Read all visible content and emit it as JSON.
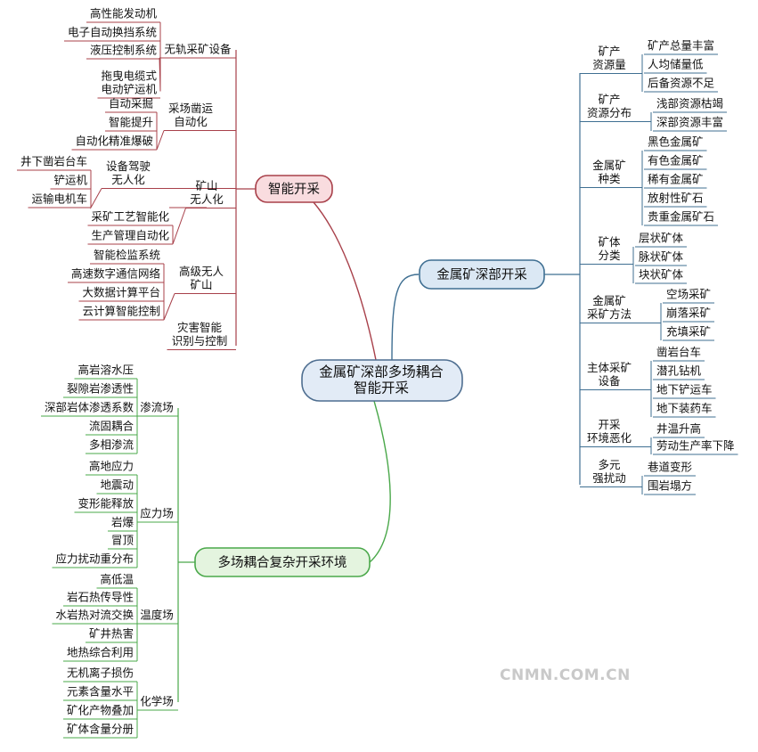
{
  "center": {
    "line1": "金属矿深部多场耦合",
    "line2": "智能开采"
  },
  "branches": {
    "smart": {
      "title": "智能开采",
      "cats": [
        {
          "label": [
            "无轨采矿设备"
          ],
          "items": [
            [
              "高性能发动机"
            ],
            [
              "电子自动换挡系统"
            ],
            [
              "液压控制系统"
            ],
            [
              "拖曳电缆式",
              "电动铲运机"
            ]
          ]
        },
        {
          "label": [
            "采场凿运",
            "自动化"
          ],
          "items": [
            [
              "自动采掘"
            ],
            [
              "智能提升"
            ],
            [
              "自动化精准爆破"
            ]
          ]
        },
        {
          "label": [
            "矿山",
            "无人化"
          ],
          "items": [
            [
              "采矿工艺智能化"
            ],
            [
              "生产管理自动化"
            ]
          ]
        },
        {
          "label": [
            "设备驾驶",
            "无人化"
          ],
          "items": [
            [
              "井下凿岩台车"
            ],
            [
              "铲运机"
            ],
            [
              "运输电机车"
            ]
          ]
        },
        {
          "label": [
            "高级无人",
            "矿山"
          ],
          "items": [
            [
              "智能检监系统"
            ],
            [
              "高速数字通信网络"
            ],
            [
              "大数据计算平台"
            ],
            [
              "云计算智能控制"
            ]
          ]
        },
        {
          "label": [
            "灾害智能",
            "识别与控制"
          ],
          "items": []
        }
      ]
    },
    "deep": {
      "title": "金属矿深部开采",
      "cats": [
        {
          "label": [
            "矿产",
            "资源量"
          ],
          "items": [
            [
              "矿产总量丰富"
            ],
            [
              "人均储量低"
            ],
            [
              "后备资源不足"
            ]
          ]
        },
        {
          "label": [
            "矿产",
            "资源分布"
          ],
          "items": [
            [
              "浅部资源枯竭"
            ],
            [
              "深部资源丰富"
            ]
          ]
        },
        {
          "label": [
            "金属矿",
            "种类"
          ],
          "items": [
            [
              "黑色金属矿"
            ],
            [
              "有色金属矿"
            ],
            [
              "稀有金属矿"
            ],
            [
              "放射性矿石"
            ],
            [
              "贵重金属矿石"
            ]
          ]
        },
        {
          "label": [
            "矿体",
            "分类"
          ],
          "items": [
            [
              "层状矿体"
            ],
            [
              "脉状矿体"
            ],
            [
              "块状矿体"
            ]
          ]
        },
        {
          "label": [
            "金属矿",
            "采矿方法"
          ],
          "items": [
            [
              "空场采矿"
            ],
            [
              "崩落采矿"
            ],
            [
              "充填采矿"
            ]
          ]
        },
        {
          "label": [
            "主体采矿",
            "设备"
          ],
          "items": [
            [
              "凿岩台车"
            ],
            [
              "潜孔钻机"
            ],
            [
              "地下铲运车"
            ],
            [
              "地下装药车"
            ]
          ]
        },
        {
          "label": [
            "开采",
            "环境恶化"
          ],
          "items": [
            [
              "井温升高"
            ],
            [
              "劳动生产率下降"
            ]
          ]
        },
        {
          "label": [
            "多元",
            "强扰动"
          ],
          "items": [
            [
              "巷道变形"
            ],
            [
              "围岩塌方"
            ]
          ]
        }
      ]
    },
    "multi": {
      "title": "多场耦合复杂开采环境",
      "cats": [
        {
          "label": [
            "渗流场"
          ],
          "items": [
            [
              "高岩溶水压"
            ],
            [
              "裂隙岩渗透性"
            ],
            [
              "深部岩体渗透系数"
            ],
            [
              "流固耦合"
            ],
            [
              "多相渗流"
            ]
          ]
        },
        {
          "label": [
            "应力场"
          ],
          "items": [
            [
              "高地应力"
            ],
            [
              "地震动"
            ],
            [
              "变形能释放"
            ],
            [
              "岩爆"
            ],
            [
              "冒顶"
            ],
            [
              "应力扰动重分布"
            ]
          ]
        },
        {
          "label": [
            "温度场"
          ],
          "items": [
            [
              "高低温"
            ],
            [
              "岩石热传导性"
            ],
            [
              "水岩热对流交换"
            ],
            [
              "矿井热害"
            ],
            [
              "地热综合利用"
            ]
          ]
        },
        {
          "label": [
            "化学场"
          ],
          "items": [
            [
              "无机离子损伤"
            ],
            [
              "元素含量水平"
            ],
            [
              "矿化产物叠加"
            ],
            [
              "矿体含量分册"
            ]
          ]
        }
      ]
    }
  },
  "watermark": "CNMN.COM.CN",
  "colors": {
    "smart": "#a8404a",
    "smart_fill": "#f9dcdf",
    "deep": "#3f6f92",
    "deep_fill": "#dbe8f4",
    "multi": "#4aa84a",
    "multi_fill": "#e4f4df",
    "center_fill": "#e2ebf6",
    "center_stroke": "#4e6e90"
  }
}
